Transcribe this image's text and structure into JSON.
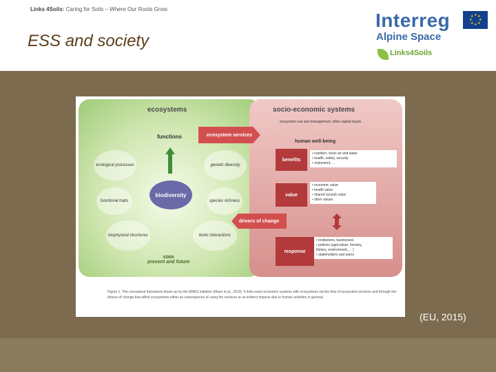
{
  "header": {
    "tagline_brand": "Links 4Soils:",
    "tagline_text": "Caring for Soils – Where Our Roots Grow.",
    "title": "ESS and society",
    "logos": {
      "interreg": "Interreg",
      "program": "Alpine Space",
      "project": "Links4Soils"
    }
  },
  "figure": {
    "ecosystems_title": "ecosystems",
    "socio_title": "socio-economic systems",
    "functions": "functions",
    "ecosystem_services": "ecosystem services",
    "biodiversity": "biodiversity",
    "nodes": [
      "ecological processes",
      "genetic diversity",
      "functional traits",
      "species richness",
      "biophysical structures",
      "biotic interactions"
    ],
    "state": "state",
    "state_sub": "present and future",
    "socio_header": "ecosystem use and management; other capital inputs",
    "human_wellbeing": "human well-being",
    "benefits": "benefits",
    "benefits_list": [
      "• nutrition, clean air and water",
      "• health, safety, security",
      "• enjoyment, ..."
    ],
    "value": "value",
    "value_list": [
      "• economic value",
      "• health value",
      "• shared (social) value",
      "• other values"
    ],
    "drivers": "drivers of change",
    "response": "response",
    "response_list": [
      "• institutions, businesses",
      "• policies (agriculture, forestry,",
      "  fishery, environment, ... )",
      "• stakeholders and users"
    ],
    "caption": "Figure 1. The conceptual framework drawn up by the MAES initiative (Maes et al., 2013). It links socio-economic systems with ecosystems via the flow of ecosystem services and through the drivers of change that affect ecosystems either as consequence of using the services or as indirect impacts due to human activities in general."
  },
  "citation": "(EU, 2015)",
  "colors": {
    "band": "#7c6b4e",
    "footer": "#8a7b5e",
    "title": "#5a3e1b",
    "interreg_blue": "#3a6aa8"
  }
}
